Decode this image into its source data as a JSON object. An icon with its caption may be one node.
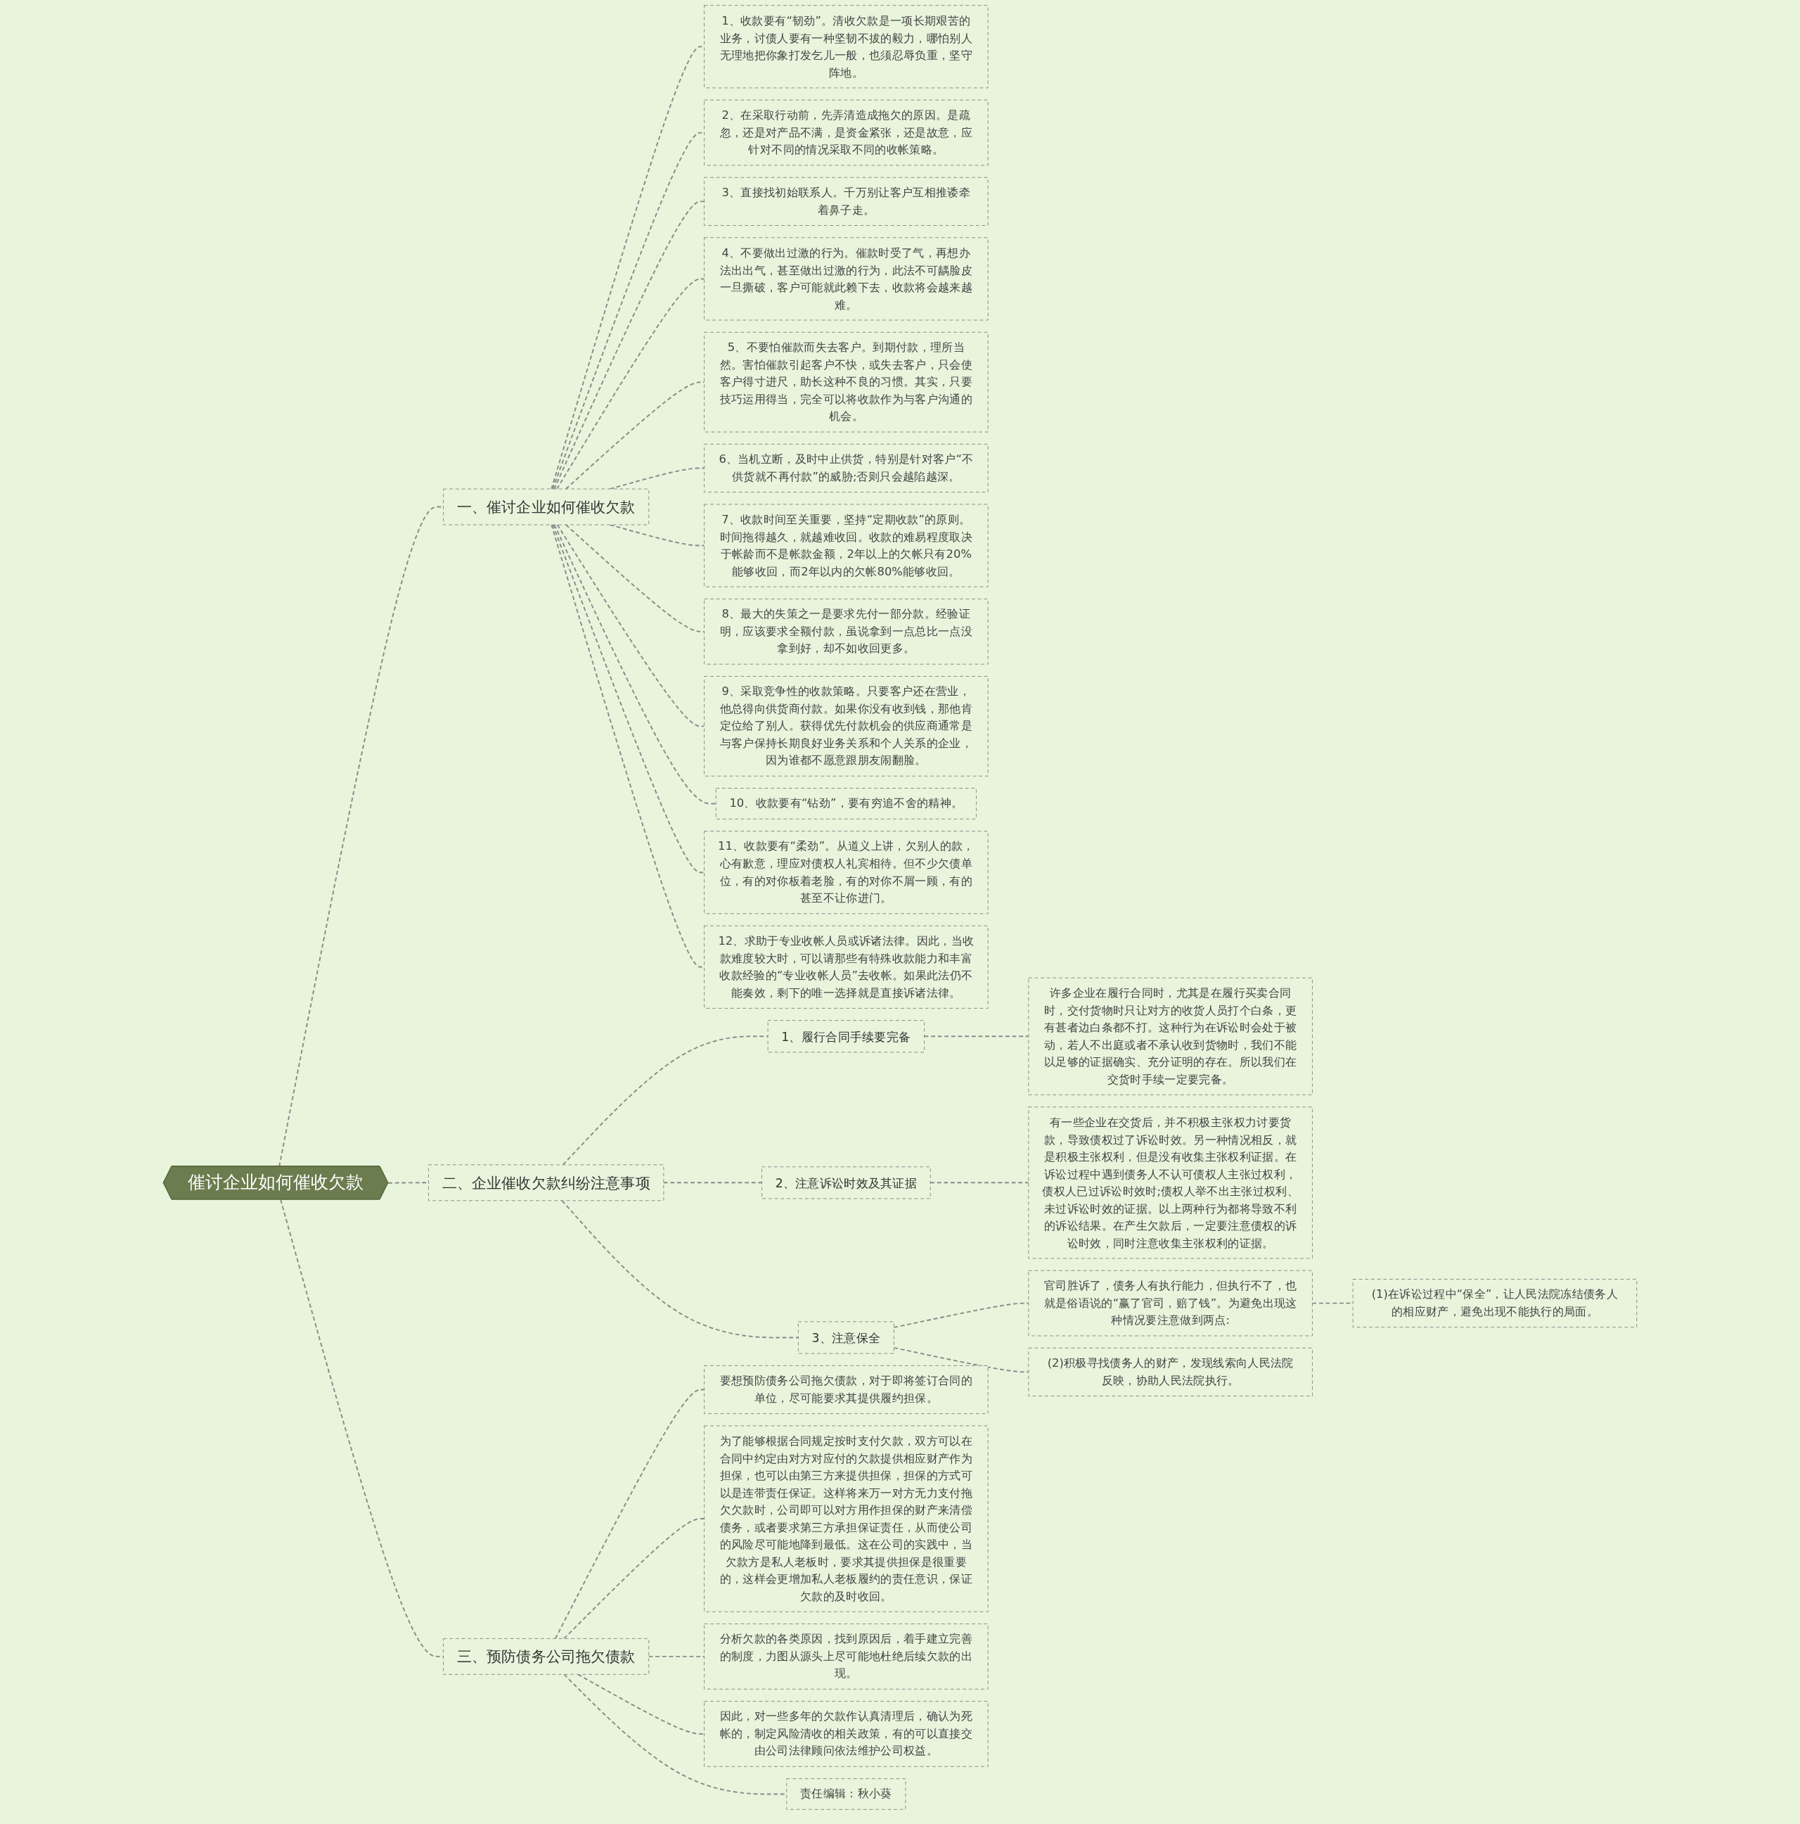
{
  "diagram": {
    "nodes": [
      {
        "text": [
          "催讨企业如何催收欠款"
        ]
      },
      {
        "text": [
          "一、催讨企业如何催收欠款"
        ]
      },
      {
        "text": [
          "1、收款要有“韧劲”。清收欠款是一项长期艰苦的业务，讨债人要有一种坚韧不拔的毅力，哪怕别人无理地把你象打发乞儿一般，也须忍辱负重，坚守阵地。"
        ]
      },
      {
        "text": [
          "2、在采取行动前，先弄清造成拖欠的原因。是疏忽，还是对产品不满，是资金紧张，还是故意，应针对不同的情况采取不同的收帐策略。"
        ]
      },
      {
        "text": [
          "3、直接找初始联系人。千万别让客户互相推诿牵着鼻子走。"
        ]
      },
      {
        "text": [
          "4、不要做出过激的行为。催款时受了气，再想办法出出气，甚至做出过激的行为，此法不可龋脸皮一旦撕破，客户可能就此赖下去，收款将会越来越难。"
        ]
      },
      {
        "text": [
          "5、不要怕催款而失去客户。到期付款，理所当然。害怕催款引起客户不快，或失去客户，只会使客户得寸进尺，助长这种不良的习惯。其实，只要技巧运用得当，完全可以将收款作为与客户沟通的机会。"
        ]
      },
      {
        "text": [
          "6、当机立断，及时中止供货，特别是针对客户“不供货就不再付款”的威胁;否则只会越陷越深。"
        ]
      },
      {
        "text": [
          "7、收款时间至关重要，坚持“定期收款”的原则。时间拖得越久，就越难收回。收款的难易程度取决于帐龄而不是帐款金额，2年以上的欠帐只有20%能够收回，而2年以内的欠帐80%能够收回。"
        ]
      },
      {
        "text": [
          "8、最大的失策之一是要求先付一部分款。经验证明，应该要求全额付款，虽说拿到一点总比一点没拿到好，却不如收回更多。"
        ]
      },
      {
        "text": [
          "9、采取竞争性的收款策略。只要客户还在营业，他总得向供货商付款。如果你没有收到钱，那他肯定位给了别人。获得优先付款机会的供应商通常是与客户保持长期良好业务关系和个人关系的企业，因为谁都不愿意跟朋友闹翻脸。"
        ]
      },
      {
        "text": [
          "10、收款要有“钻劲”，要有穷追不舍的精神。"
        ]
      },
      {
        "text": [
          "11、收款要有“柔劲”。从道义上讲，欠别人的款，心有歉意，理应对债权人礼宾相待。但不少欠债单位，有的对你板着老脸，有的对你不屑一顾，有的甚至不让你进门。"
        ]
      },
      {
        "text": [
          "12、求助于专业收帐人员或诉诸法律。因此，当收款难度较大时，可以请那些有特殊收款能力和丰富收款经验的“专业收帐人员”去收帐。如果此法仍不能奏效，剩下的唯一选择就是直接诉诸法律。"
        ]
      },
      {
        "text": [
          "二、企业催收欠款纠纷注意事项"
        ]
      },
      {
        "text": [
          "1、履行合同手续要完备"
        ]
      },
      {
        "text": [
          "许多企业在履行合同时，尤其是在履行买卖合同时，交付货物时只让对方的收货人员打个白条，更有甚者边白条都不打。这种行为在诉讼时会处于被动，若人不出庭或者不承认收到货物时，我们不能以足够的证据确实、充分证明的存在。所以我们在交货时手续一定要完备。"
        ]
      },
      {
        "text": [
          "2、注意诉讼时效及其证据"
        ]
      },
      {
        "text": [
          "有一些企业在交货后，并不积极主张权力讨要货款，导致债权过了诉讼时效。另一种情况相反，就是积极主张权利，但是没有收集主张权利证据。在诉讼过程中遇到债务人不认可债权人主张过权利，债权人已过诉讼时效时;债权人举不出主张过权利、未过诉讼时效的证据。以上两种行为都将导致不利的诉讼结果。在产生欠款后，一定要注意债权的诉讼时效，同时注意收集主张权利的证据。"
        ]
      },
      {
        "text": [
          "3、注意保全"
        ]
      },
      {
        "text": [
          "官司胜诉了，债务人有执行能力，但执行不了，也就是俗语说的“赢了官司，赔了钱”。为避免出现这种情况要注意做到两点:"
        ]
      },
      {
        "text": [
          "(1)在诉讼过程中“保全”，让人民法院冻结债务人的相应财产，避免出现不能执行的局面。"
        ]
      },
      {
        "text": [
          "(2)积极寻找债务人的财产，发现线索向人民法院反映，协助人民法院执行。"
        ]
      },
      {
        "text": [
          "三、预防债务公司拖欠债款"
        ]
      },
      {
        "text": [
          "要想预防债务公司拖欠债款，对于即将签订合同的单位，尽可能要求其提供履约担保。"
        ]
      },
      {
        "text": [
          "为了能够根据合同规定按时支付欠款，双方可以在合同中约定由对方对应付的欠款提供相应财产作为担保，也可以由第三方来提供担保，担保的方式可以是连带责任保证。这样将来万一对方无力支付拖欠欠款时，公司即可以对方用作担保的财产来清偿债务，或者要求第三方承担保证责任，从而使公司的风险尽可能地降到最低。这在公司的实践中，当欠款方是私人老板时，要求其提供担保是很重要的，这样会更增加私人老板履约的责任意识，保证欠款的及时收回。"
        ]
      },
      {
        "text": [
          "分析欠款的各类原因，找到原因后，着手建立完善的制度，力图从源头上尽可能地杜绝后续欠款的出现。"
        ]
      },
      {
        "text": [
          "因此，对一些多年的欠款作认真清理后，确认为死帐的，制定风险清收的相关政策，有的可以直接交由公司法律顾问依法维护公司权益。"
        ]
      },
      {
        "text": [
          "责任编辑：秋小葵"
        ]
      }
    ],
    "edges": [
      {
        "from": 0,
        "to": 1,
        "arrow": "none",
        "style": "dashed"
      },
      {
        "from": 1,
        "to": 2,
        "arrow": "none",
        "style": "dashed"
      },
      {
        "from": 1,
        "to": 3,
        "arrow": "none",
        "style": "dashed"
      },
      {
        "from": 1,
        "to": 4,
        "arrow": "none",
        "style": "dashed"
      },
      {
        "from": 1,
        "to": 5,
        "arrow": "none",
        "style": "dashed"
      },
      {
        "from": 1,
        "to": 6,
        "arrow": "none",
        "style": "dashed"
      },
      {
        "from": 1,
        "to": 7,
        "arrow": "none",
        "style": "dashed"
      },
      {
        "from": 1,
        "to": 8,
        "arrow": "none",
        "style": "dashed"
      },
      {
        "from": 1,
        "to": 9,
        "arrow": "none",
        "style": "dashed"
      },
      {
        "from": 1,
        "to": 10,
        "arrow": "none",
        "style": "dashed"
      },
      {
        "from": 1,
        "to": 11,
        "arrow": "none",
        "style": "dashed"
      },
      {
        "from": 1,
        "to": 12,
        "arrow": "none",
        "style": "dashed"
      },
      {
        "from": 1,
        "to": 13,
        "arrow": "none",
        "style": "dashed"
      },
      {
        "from": 0,
        "to": 14,
        "arrow": "none",
        "style": "dashed"
      },
      {
        "from": 14,
        "to": 15,
        "arrow": "none",
        "style": "dashed"
      },
      {
        "from": 15,
        "to": 16,
        "arrow": "none",
        "style": "dashed"
      },
      {
        "from": 14,
        "to": 17,
        "arrow": "none",
        "style": "dashed"
      },
      {
        "from": 17,
        "to": 18,
        "arrow": "none",
        "style": "dashed"
      },
      {
        "from": 14,
        "to": 19,
        "arrow": "none",
        "style": "dashed"
      },
      {
        "from": 19,
        "to": 20,
        "arrow": "none",
        "style": "dashed"
      },
      {
        "from": 20,
        "to": 21,
        "arrow": "none",
        "style": "dashed"
      },
      {
        "from": 19,
        "to": 22,
        "arrow": "none",
        "style": "dashed"
      },
      {
        "from": 0,
        "to": 23,
        "arrow": "none",
        "style": "dashed"
      },
      {
        "from": 23,
        "to": 24,
        "arrow": "none",
        "style": "dashed"
      },
      {
        "from": 23,
        "to": 25,
        "arrow": "none",
        "style": "dashed"
      },
      {
        "from": 23,
        "to": 26,
        "arrow": "none",
        "style": "dashed"
      },
      {
        "from": 23,
        "to": 27,
        "arrow": "none",
        "style": "dashed"
      },
      {
        "from": 23,
        "to": 28,
        "arrow": "none",
        "style": "dashed"
      }
    ]
  }
}
